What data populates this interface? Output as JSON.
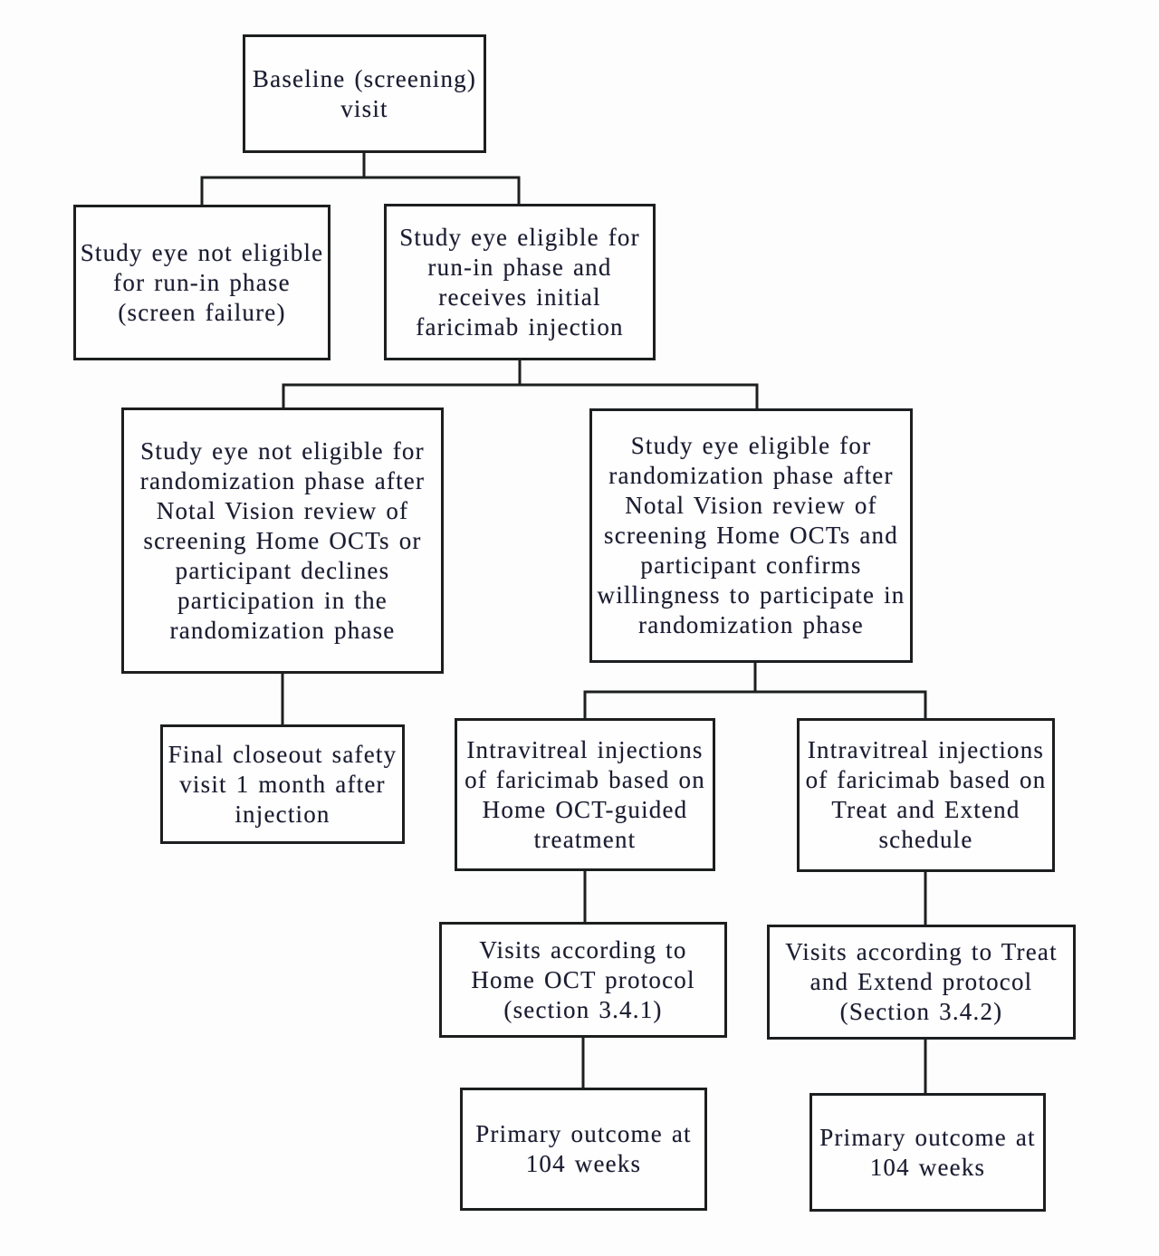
{
  "diagram": {
    "description": "Study flow diagram with baseline screening, run-in phase, randomization phase and two treatment arms",
    "colors": {
      "background": "#fdfdfd",
      "box_border": "#1c1e1f",
      "connector_line": "#1d1f20",
      "text": "#1a1d30"
    }
  },
  "nodes": {
    "baseline": {
      "label": "Baseline (screening)\nvisit"
    },
    "not_eligible_run_in": {
      "label": "Study eye not eligible\nfor run-in phase\n(screen failure)"
    },
    "eligible_run_in": {
      "label": "Study eye eligible for\nrun-in phase and\nreceives initial\nfaricimab injection"
    },
    "not_eligible_randomization": {
      "label": "Study eye not eligible for\nrandomization phase after\nNotal Vision review of\nscreening Home OCTs or\nparticipant declines\nparticipation in the\nrandomization phase"
    },
    "eligible_randomization": {
      "label": "Study eye eligible for\nrandomization phase after\nNotal Vision review of\nscreening Home OCTs and\nparticipant confirms\nwillingness to participate in\nrandomization phase"
    },
    "final_closeout": {
      "label": "Final closeout safety\nvisit 1 month after\ninjection"
    },
    "injections_home_oct": {
      "label": "Intravitreal injections\nof faricimab based on\nHome OCT-guided\ntreatment"
    },
    "injections_treat_extend": {
      "label": "Intravitreal injections\nof faricimab based on\nTreat and Extend\nschedule"
    },
    "visits_home_oct": {
      "label": "Visits according to\nHome OCT protocol\n(section 3.4.1)"
    },
    "visits_treat_extend": {
      "label": "Visits according to Treat\nand Extend protocol\n(Section 3.4.2)"
    },
    "primary_outcome_home_oct": {
      "label": "Primary outcome at\n104 weeks"
    },
    "primary_outcome_treat_extend": {
      "label": "Primary outcome at\n104 weeks"
    }
  }
}
